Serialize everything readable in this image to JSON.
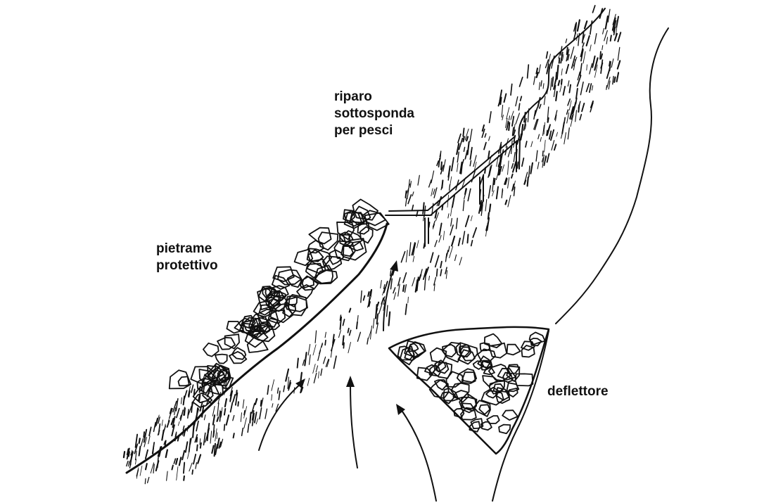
{
  "labels": {
    "riparo": [
      "riparo",
      "sottosponda",
      "per pesci"
    ],
    "pietrame": [
      "pietrame",
      "protettivo"
    ],
    "deflettore": [
      "deflettore"
    ]
  },
  "colors": {
    "ink": "#111111",
    "background": "#ffffff"
  }
}
